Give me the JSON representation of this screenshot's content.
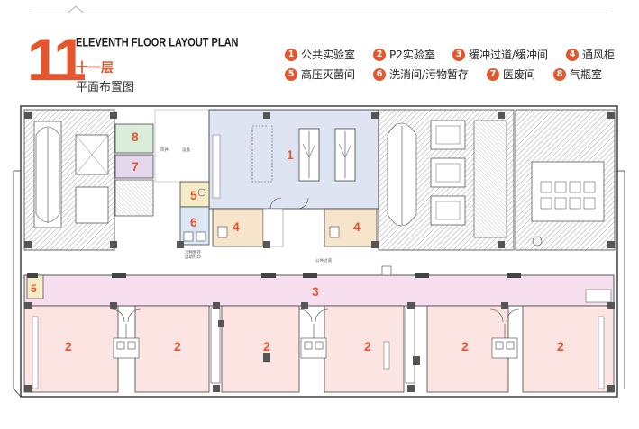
{
  "header": {
    "floor_number": "11",
    "title_en": "ELEVENTH FLOOR LAYOUT PLAN",
    "title_cn": "十一层",
    "subtitle": "平面布置图"
  },
  "legend": [
    {
      "num": "1",
      "label": "公共实验室"
    },
    {
      "num": "2",
      "label": "P2实验室"
    },
    {
      "num": "3",
      "label": "缓冲过道/缓冲间"
    },
    {
      "num": "4",
      "label": "通风柜"
    },
    {
      "num": "5",
      "label": "高压灭菌间"
    },
    {
      "num": "6",
      "label": "洗消间/污物暂存"
    },
    {
      "num": "7",
      "label": "医废间"
    },
    {
      "num": "8",
      "label": "气瓶室"
    }
  ],
  "plan": {
    "corridor_label": "公共过道",
    "room_numbers": {
      "r1": "1",
      "r2a": "2",
      "r2b": "2",
      "r2c": "2",
      "r2d": "2",
      "r2e": "2",
      "r2f": "2",
      "r3": "3",
      "r4a": "4",
      "r4b": "4",
      "r5a": "5",
      "r5b": "5",
      "r6": "6",
      "r7": "7",
      "r8": "8"
    }
  },
  "colors": {
    "accent": "#e4572e",
    "lab_public": "#dfe4f2",
    "lab_p2": "#fbe4e2",
    "buffer": "#f8dff0",
    "fume_hood": "#f6e4cb",
    "autoclave": "#f3ecc7",
    "gas_room": "#dbeedb",
    "waste_room": "#e3d8ee",
    "washing_room": "#dbe7f4"
  }
}
